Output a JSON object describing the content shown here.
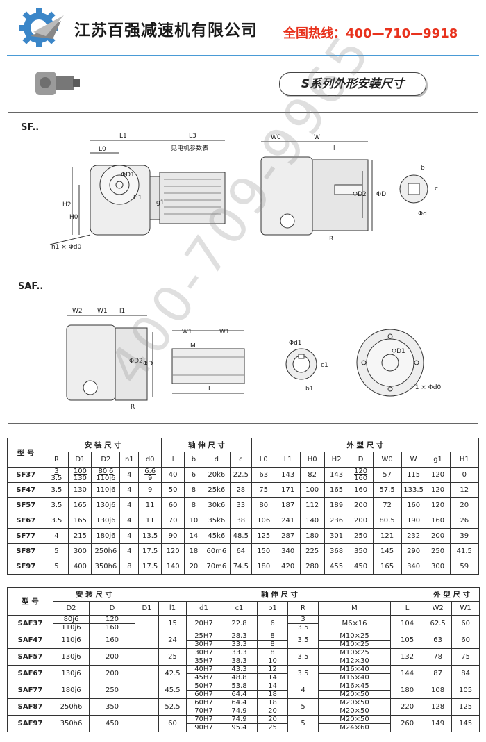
{
  "header": {
    "company": "江苏百强减速机有限公司",
    "hotline": "全国热线：400—710—9918",
    "accent_color": "#e8321d",
    "rule_color": "#4a9bd6"
  },
  "section_title": "S系列外形安装尺寸",
  "drawing": {
    "sf_tag": "SF..",
    "saf_tag": "SAF..",
    "motor_note": "见电机参数表",
    "labels": {
      "L1": "L1",
      "L3": "L3",
      "L0": "L0",
      "D1": "ΦD1",
      "H2": "H2",
      "H0": "H0",
      "H1": "H1",
      "g1": "g1",
      "n1d0": "n1 × Φd0",
      "W0": "W0",
      "W": "W",
      "l": "l",
      "D2": "ΦD2",
      "D": "ΦD",
      "R": "R",
      "b": "b",
      "c": "c",
      "d": "Φd",
      "W2": "W2",
      "W1": "W1",
      "l1": "l1",
      "M": "M",
      "L": "L",
      "d1": "Φd1",
      "c1": "c1",
      "b1": "b1"
    }
  },
  "watermark": "400-709-9965",
  "table1": {
    "model_label": "型 号",
    "group_install": "安 装 尺 寸",
    "group_shaft": "轴 伸 尺 寸",
    "group_outline": "外 型 尺 寸",
    "columns": [
      "R",
      "D1",
      "D2",
      "n1",
      "d0",
      "l",
      "b",
      "d",
      "c",
      "L0",
      "L1",
      "H0",
      "H2",
      "D",
      "W0",
      "W",
      "g1",
      "H1"
    ],
    "rows": [
      {
        "model": "SF37",
        "R": [
          "3",
          "3.5"
        ],
        "D1": [
          "100",
          "130"
        ],
        "D2": [
          "80j6",
          "110j6"
        ],
        "n1": "4",
        "d0": [
          "6.6",
          "9"
        ],
        "l": "40",
        "b": "6",
        "d": "20k6",
        "c": "22.5",
        "L0": "63",
        "L1": "143",
        "H0": "82",
        "H2": "143",
        "D": [
          "120",
          "160"
        ],
        "W0": "57",
        "W": "115",
        "g1": "120",
        "H1": "0"
      },
      {
        "model": "SF47",
        "R": "3.5",
        "D1": "130",
        "D2": "110j6",
        "n1": "4",
        "d0": "9",
        "l": "50",
        "b": "8",
        "d": "25k6",
        "c": "28",
        "L0": "75",
        "L1": "171",
        "H0": "100",
        "H2": "165",
        "D": "160",
        "W0": "57.5",
        "W": "133.5",
        "g1": "120",
        "H1": "12"
      },
      {
        "model": "SF57",
        "R": "3.5",
        "D1": "165",
        "D2": "130j6",
        "n1": "4",
        "d0": "11",
        "l": "60",
        "b": "8",
        "d": "30k6",
        "c": "33",
        "L0": "80",
        "L1": "187",
        "H0": "112",
        "H2": "189",
        "D": "200",
        "W0": "72",
        "W": "160",
        "g1": "120",
        "H1": "20"
      },
      {
        "model": "SF67",
        "R": "3.5",
        "D1": "165",
        "D2": "130j6",
        "n1": "4",
        "d0": "11",
        "l": "70",
        "b": "10",
        "d": "35k6",
        "c": "38",
        "L0": "106",
        "L1": "241",
        "H0": "140",
        "H2": "236",
        "D": "200",
        "W0": "80.5",
        "W": "190",
        "g1": "160",
        "H1": "26"
      },
      {
        "model": "SF77",
        "R": "4",
        "D1": "215",
        "D2": "180j6",
        "n1": "4",
        "d0": "13.5",
        "l": "90",
        "b": "14",
        "d": "45k6",
        "c": "48.5",
        "L0": "125",
        "L1": "287",
        "H0": "180",
        "H2": "301",
        "D": "250",
        "W0": "121",
        "W": "232",
        "g1": "200",
        "H1": "39"
      },
      {
        "model": "SF87",
        "R": "5",
        "D1": "300",
        "D2": "250h6",
        "n1": "4",
        "d0": "17.5",
        "l": "120",
        "b": "18",
        "d": "60m6",
        "c": "64",
        "L0": "150",
        "L1": "340",
        "H0": "225",
        "H2": "368",
        "D": "350",
        "W0": "145",
        "W": "290",
        "g1": "250",
        "H1": "41.5"
      },
      {
        "model": "SF97",
        "R": "5",
        "D1": "400",
        "D2": "350h6",
        "n1": "8",
        "d0": "17.5",
        "l": "140",
        "b": "20",
        "d": "70m6",
        "c": "74.5",
        "L0": "180",
        "L1": "420",
        "H0": "280",
        "H2": "455",
        "D": "450",
        "W0": "165",
        "W": "340",
        "g1": "300",
        "H1": "59"
      }
    ]
  },
  "table2": {
    "model_label": "型 号",
    "group_install": "安 装 尺 寸",
    "group_shaft": "轴 伸 尺 寸",
    "group_outline": "外 型 尺 寸",
    "columns": [
      "D2",
      "D",
      "D1",
      "l1",
      "d1",
      "c1",
      "b1",
      "R",
      "M",
      "L",
      "W2",
      "W1"
    ],
    "rows": [
      {
        "model": "SAF37",
        "D2": [
          "80j6",
          "110j6"
        ],
        "D": [
          "120",
          "160"
        ],
        "D1": "",
        "l1": "15",
        "d1": [
          "20H7"
        ],
        "c1": [
          "22.8"
        ],
        "b1": [
          "6"
        ],
        "R": [
          "3",
          "3.5"
        ],
        "M": [
          "M6×16"
        ],
        "L": "104",
        "W2": "62.5",
        "W1": "60"
      },
      {
        "model": "SAF47",
        "D2": [
          "110j6"
        ],
        "D": [
          "160"
        ],
        "D1": "",
        "l1": "24",
        "d1": [
          "25H7",
          "30H7"
        ],
        "c1": [
          "28.3",
          "33.3"
        ],
        "b1": [
          "8",
          "8"
        ],
        "R": [
          "3.5"
        ],
        "M": [
          "M10×25",
          "M10×25"
        ],
        "L": "105",
        "W2": "63",
        "W1": "60"
      },
      {
        "model": "SAF57",
        "D2": [
          "130j6"
        ],
        "D": [
          "200"
        ],
        "D1": "",
        "l1": "25",
        "d1": [
          "30H7",
          "35H7"
        ],
        "c1": [
          "33.3",
          "38.3"
        ],
        "b1": [
          "8",
          "10"
        ],
        "R": [
          "3.5"
        ],
        "M": [
          "M10×25",
          "M12×30"
        ],
        "L": "132",
        "W2": "78",
        "W1": "75"
      },
      {
        "model": "SAF67",
        "D2": [
          "130j6"
        ],
        "D": [
          "200"
        ],
        "D1": "",
        "l1": "42.5",
        "d1": [
          "40H7",
          "45H7"
        ],
        "c1": [
          "43.3",
          "48.8"
        ],
        "b1": [
          "12",
          "14"
        ],
        "R": [
          "3.5"
        ],
        "M": [
          "M16×40",
          "M16×40"
        ],
        "L": "144",
        "W2": "87",
        "W1": "84"
      },
      {
        "model": "SAF77",
        "D2": [
          "180j6"
        ],
        "D": [
          "250"
        ],
        "D1": "",
        "l1": "45.5",
        "d1": [
          "50H7",
          "60H7"
        ],
        "c1": [
          "53.8",
          "64.4"
        ],
        "b1": [
          "14",
          "18"
        ],
        "R": [
          "4"
        ],
        "M": [
          "M16×45",
          "M20×50"
        ],
        "L": "180",
        "W2": "108",
        "W1": "105"
      },
      {
        "model": "SAF87",
        "D2": [
          "250h6"
        ],
        "D": [
          "350"
        ],
        "D1": "",
        "l1": "52.5",
        "d1": [
          "60H7",
          "70H7"
        ],
        "c1": [
          "64.4",
          "74.9"
        ],
        "b1": [
          "18",
          "20"
        ],
        "R": [
          "5"
        ],
        "M": [
          "M20×50",
          "M20×50"
        ],
        "L": "220",
        "W2": "128",
        "W1": "125"
      },
      {
        "model": "SAF97",
        "D2": [
          "350h6"
        ],
        "D": [
          "450"
        ],
        "D1": "",
        "l1": "60",
        "d1": [
          "70H7",
          "90H7"
        ],
        "c1": [
          "74.9",
          "95.4"
        ],
        "b1": [
          "20",
          "25"
        ],
        "R": [
          "5"
        ],
        "M": [
          "M20×50",
          "M24×60"
        ],
        "L": "260",
        "W2": "149",
        "W1": "145"
      }
    ]
  }
}
